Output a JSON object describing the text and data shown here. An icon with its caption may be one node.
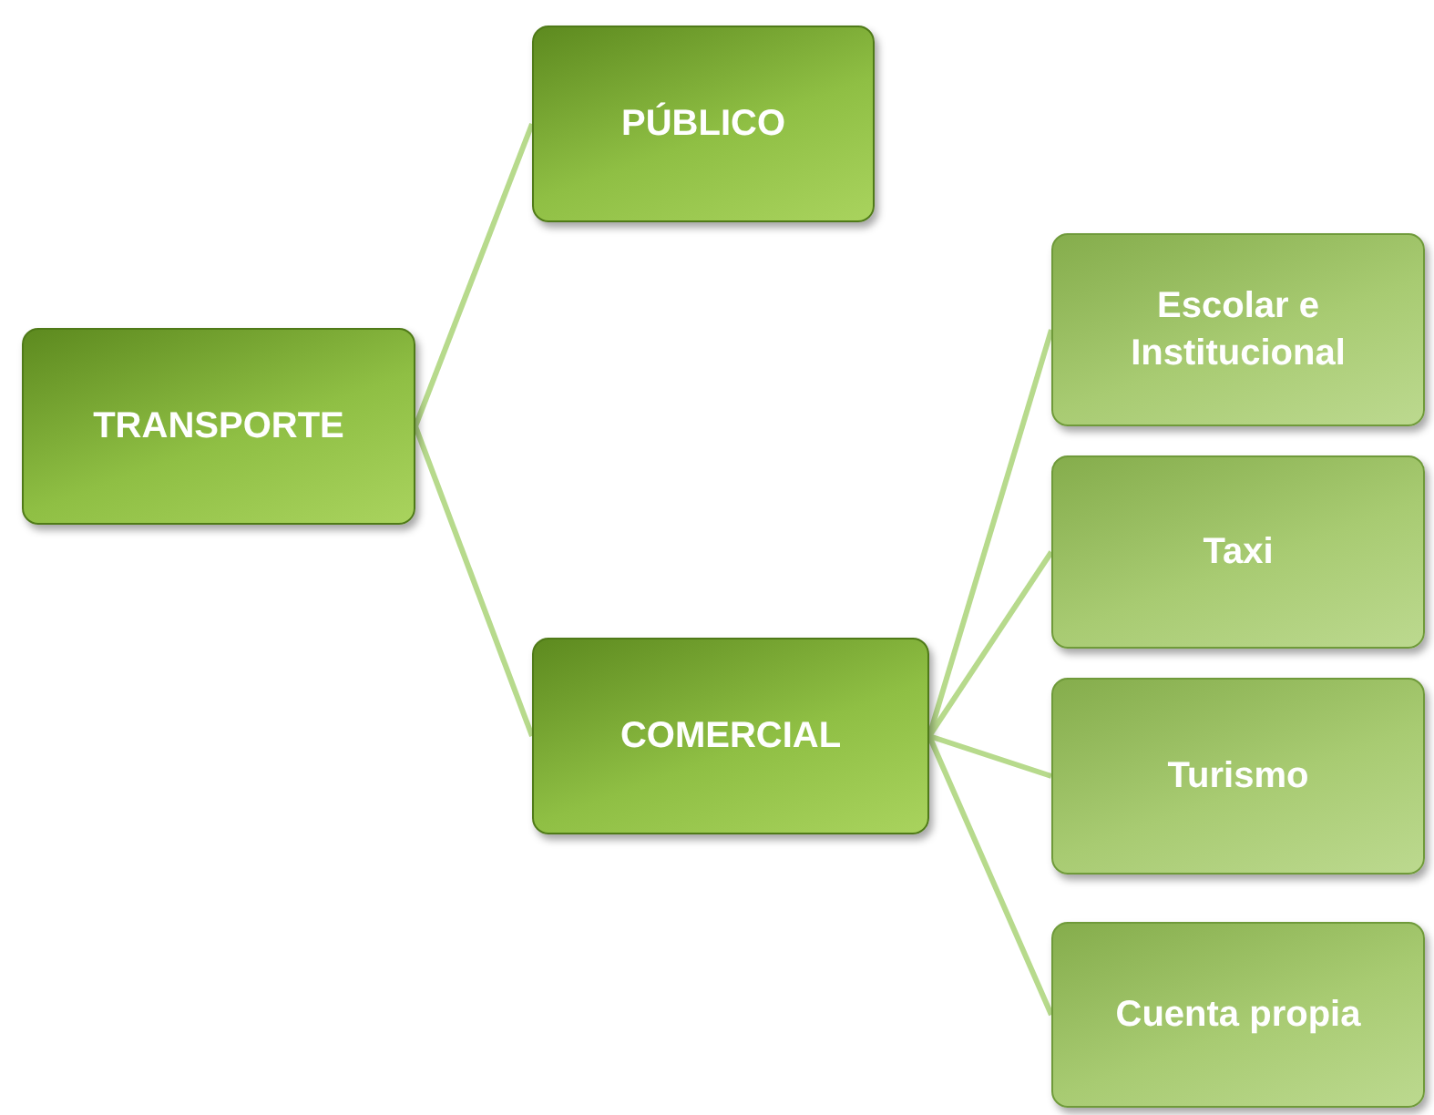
{
  "diagram": {
    "nodes": [
      {
        "text": [
          "TRANSPORTE"
        ]
      },
      {
        "text": [
          "PÚBLICO"
        ]
      },
      {
        "text": [
          "COMERCIAL"
        ]
      },
      {
        "text": [
          "Escolar e Institucional"
        ]
      },
      {
        "text": [
          "Taxi"
        ]
      },
      {
        "text": [
          "Turismo"
        ]
      },
      {
        "text": [
          "Cuenta propia"
        ]
      }
    ],
    "edges": [
      {
        "from": 0,
        "to": 1,
        "arrow": "none"
      },
      {
        "from": 0,
        "to": 2,
        "arrow": "none"
      },
      {
        "from": 2,
        "to": 3,
        "arrow": "none"
      },
      {
        "from": 2,
        "to": 4,
        "arrow": "none"
      },
      {
        "from": 2,
        "to": 5,
        "arrow": "none"
      },
      {
        "from": 2,
        "to": 6,
        "arrow": "none"
      }
    ]
  }
}
